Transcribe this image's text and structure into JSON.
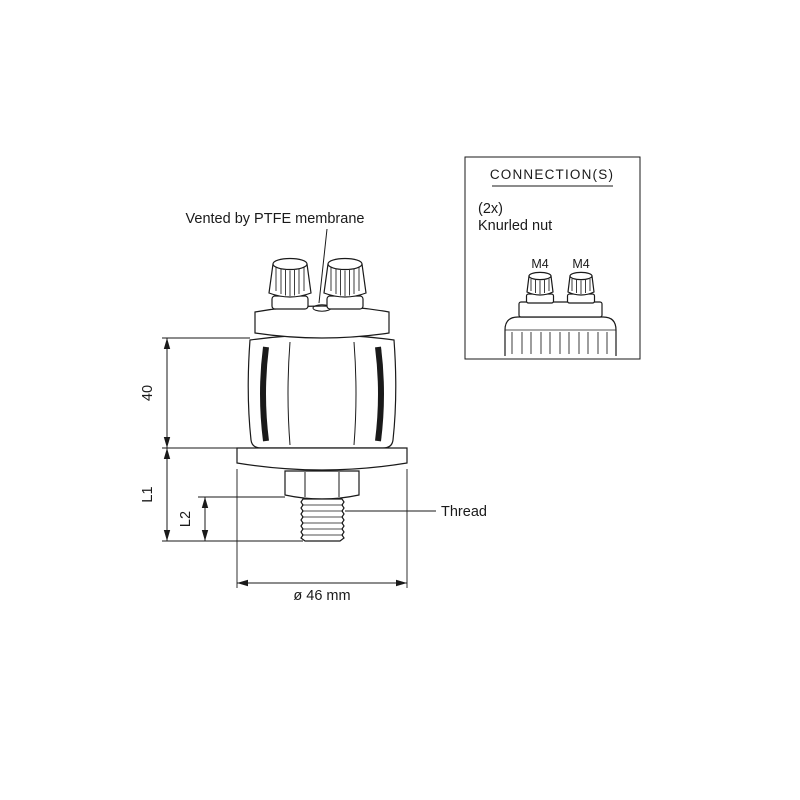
{
  "page": {
    "background": "#ffffff",
    "ink": "#1a1a1a"
  },
  "drawing": {
    "vented_label": "Vented by PTFE membrane",
    "thread_label": "Thread",
    "dimensions": {
      "body_height": "40",
      "l1": "L1",
      "l2": "L2",
      "diameter": "ø 46 mm"
    }
  },
  "connections_panel": {
    "title": "CONNECTION(S)",
    "quantity": "(2x)",
    "connector_type": "Knurled nut",
    "terminals": [
      "M4",
      "M4"
    ]
  }
}
